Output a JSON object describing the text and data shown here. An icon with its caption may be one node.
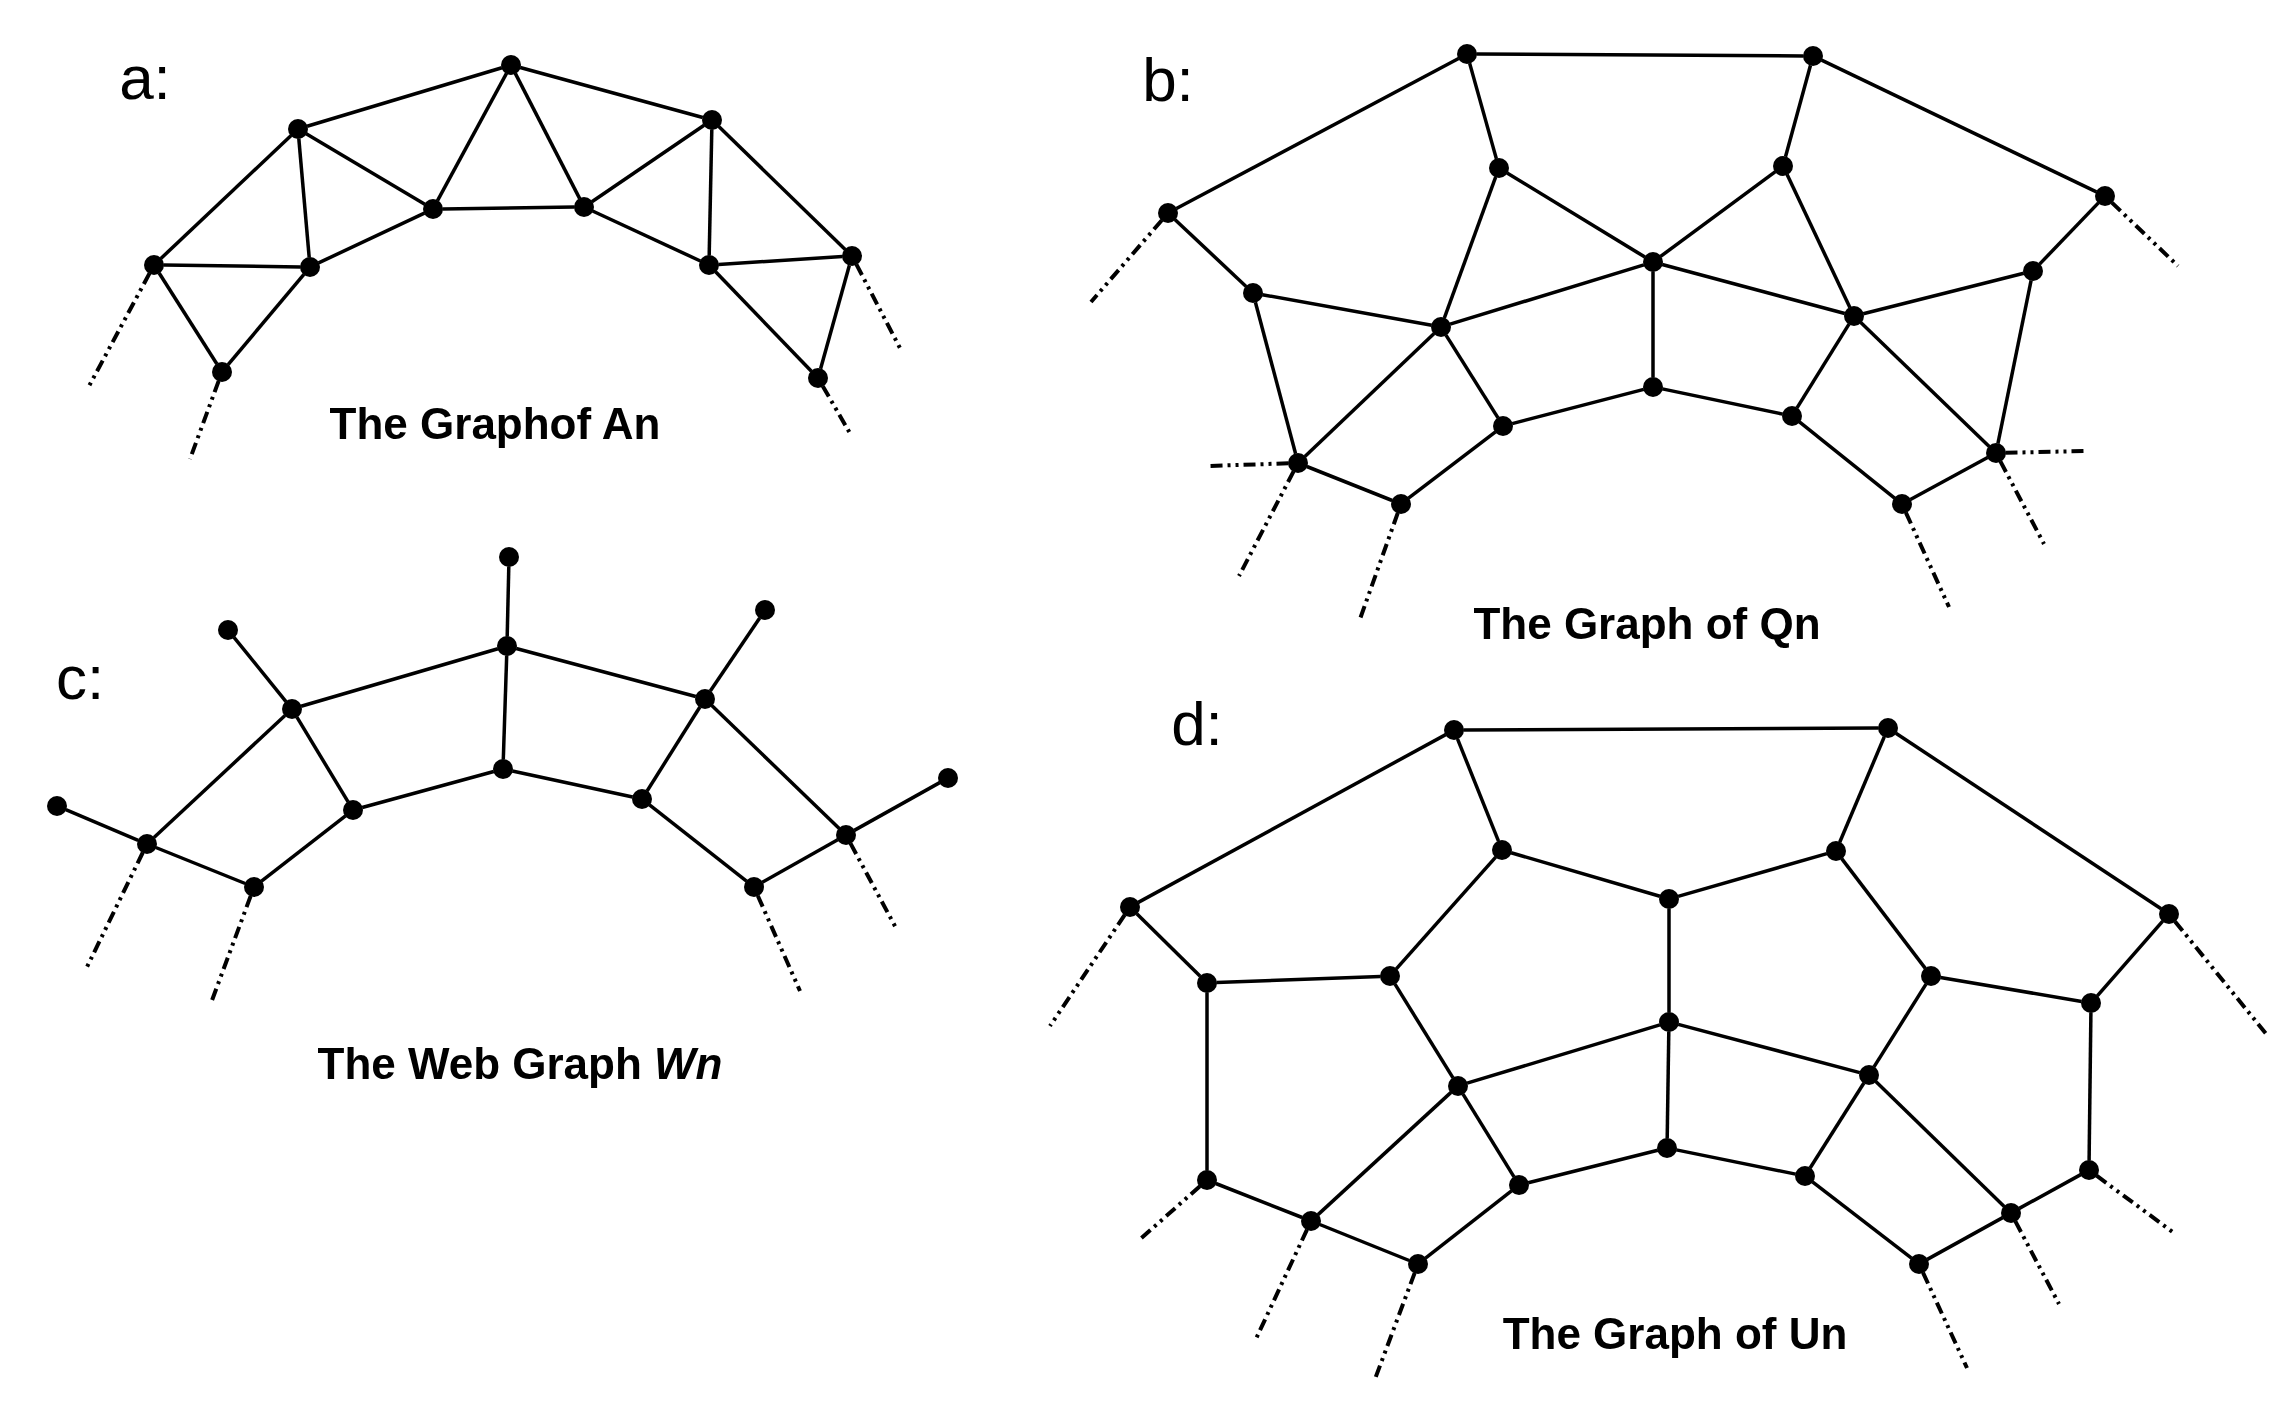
{
  "diagram": {
    "nodes": [
      {
        "text": [],
        "shape": "circle"
      },
      {
        "text": [],
        "shape": "circle"
      },
      {
        "text": [],
        "shape": "circle"
      },
      {
        "text": [],
        "shape": "circle"
      },
      {
        "text": [],
        "shape": "circle"
      },
      {
        "text": [],
        "shape": "circle"
      },
      {
        "text": [],
        "shape": "circle"
      },
      {
        "text": [],
        "shape": "circle"
      },
      {
        "text": [],
        "shape": "circle"
      },
      {
        "text": [],
        "shape": "circle"
      },
      {
        "text": [],
        "shape": "circle"
      },
      {
        "text": [],
        "shape": "circle"
      },
      {
        "text": [],
        "shape": "circle"
      },
      {
        "text": [],
        "shape": "circle"
      },
      {
        "text": [],
        "shape": "circle"
      },
      {
        "text": [],
        "shape": "circle"
      },
      {
        "text": [],
        "shape": "circle"
      },
      {
        "text": [],
        "shape": "circle"
      },
      {
        "text": [],
        "shape": "circle"
      },
      {
        "text": [],
        "shape": "circle"
      },
      {
        "text": [],
        "shape": "circle"
      },
      {
        "text": [],
        "shape": "circle"
      },
      {
        "text": [],
        "shape": "circle"
      },
      {
        "text": [],
        "shape": "circle"
      },
      {
        "text": [],
        "shape": "circle"
      },
      {
        "text": [],
        "shape": "circle"
      },
      {
        "text": [],
        "shape": "circle"
      },
      {
        "text": [],
        "shape": "circle"
      },
      {
        "text": [],
        "shape": "circle"
      },
      {
        "text": [],
        "shape": "circle"
      },
      {
        "text": [],
        "shape": "circle"
      },
      {
        "text": [],
        "shape": "circle"
      },
      {
        "text": [],
        "shape": "circle"
      },
      {
        "text": [],
        "shape": "circle"
      },
      {
        "text": [],
        "shape": "circle"
      },
      {
        "text": [],
        "shape": "circle"
      },
      {
        "text": [],
        "shape": "circle"
      },
      {
        "text": [],
        "shape": "circle"
      },
      {
        "text": [],
        "shape": "circle"
      },
      {
        "text": [],
        "shape": "circle"
      },
      {
        "text": [],
        "shape": "circle"
      },
      {
        "text": [],
        "shape": "circle"
      },
      {
        "text": [],
        "shape": "circle"
      },
      {
        "text": [],
        "shape": "circle"
      },
      {
        "text": [],
        "shape": "circle"
      },
      {
        "text": [],
        "shape": "circle"
      },
      {
        "text": [],
        "shape": "circle"
      },
      {
        "text": [],
        "shape": "circle"
      },
      {
        "text": [],
        "shape": "circle"
      },
      {
        "text": [],
        "shape": "circle"
      },
      {
        "text": [],
        "shape": "circle"
      },
      {
        "text": [],
        "shape": "circle"
      },
      {
        "text": [],
        "shape": "circle"
      },
      {
        "text": [],
        "shape": "circle"
      },
      {
        "text": [],
        "shape": "circle"
      },
      {
        "text": [],
        "shape": "circle"
      },
      {
        "text": [],
        "shape": "circle"
      },
      {
        "text": [],
        "shape": "circle"
      },
      {
        "text": [],
        "shape": "circle"
      },
      {
        "text": [],
        "shape": "circle"
      },
      {
        "text": [],
        "shape": "circle"
      },
      {
        "text": [],
        "shape": "circle"
      },
      {
        "text": [],
        "shape": "circle"
      },
      {
        "text": [],
        "shape": "circle"
      },
      {
        "text": [],
        "shape": "circle"
      },
      {
        "text": [],
        "shape": "circle"
      },
      {
        "text": [],
        "shape": "circle"
      }
    ],
    "edges": [
      {
        "from": 0,
        "to": 2,
        "arrow": "none"
      },
      {
        "from": 0,
        "to": 3,
        "arrow": "none"
      },
      {
        "from": 0,
        "to": 1,
        "arrow": "none"
      },
      {
        "from": 1,
        "to": 3,
        "arrow": "none"
      },
      {
        "from": 2,
        "to": 3,
        "arrow": "none"
      },
      {
        "from": 2,
        "to": 4,
        "arrow": "none"
      },
      {
        "from": 2,
        "to": 5,
        "arrow": "none"
      },
      {
        "from": 3,
        "to": 4,
        "arrow": "none"
      },
      {
        "from": 4,
        "to": 5,
        "arrow": "none"
      },
      {
        "from": 4,
        "to": 6,
        "arrow": "none"
      },
      {
        "from": 5,
        "to": 6,
        "arrow": "none"
      },
      {
        "from": 5,
        "to": 8,
        "arrow": "none"
      },
      {
        "from": 6,
        "to": 8,
        "arrow": "none"
      },
      {
        "from": 6,
        "to": 7,
        "arrow": "none"
      },
      {
        "from": 8,
        "to": 7,
        "arrow": "none"
      },
      {
        "from": 8,
        "to": 10,
        "arrow": "none"
      },
      {
        "from": 7,
        "to": 10,
        "arrow": "none"
      },
      {
        "from": 7,
        "to": 9,
        "arrow": "none"
      },
      {
        "from": 10,
        "to": 9,
        "arrow": "none"
      },
      {
        "from": 0,
        "to": null,
        "arrow": "none",
        "style": "dashed"
      },
      {
        "from": 1,
        "to": null,
        "arrow": "none",
        "style": "dashed"
      },
      {
        "from": 10,
        "to": null,
        "arrow": "none",
        "style": "dashed"
      },
      {
        "from": 9,
        "to": null,
        "arrow": "none",
        "style": "dashed"
      },
      {
        "from": 16,
        "to": 23,
        "arrow": "none"
      },
      {
        "from": 11,
        "to": 16,
        "arrow": "none"
      },
      {
        "from": 16,
        "to": 17,
        "arrow": "none"
      },
      {
        "from": 23,
        "to": 21,
        "arrow": "none"
      },
      {
        "from": 23,
        "to": 28,
        "arrow": "none"
      },
      {
        "from": 11,
        "to": 12,
        "arrow": "none"
      },
      {
        "from": 17,
        "to": 19,
        "arrow": "none"
      },
      {
        "from": 17,
        "to": 15,
        "arrow": "none"
      },
      {
        "from": 21,
        "to": 19,
        "arrow": "none"
      },
      {
        "from": 21,
        "to": 24,
        "arrow": "none"
      },
      {
        "from": 28,
        "to": 27,
        "arrow": "none"
      },
      {
        "from": 12,
        "to": 15,
        "arrow": "none"
      },
      {
        "from": 12,
        "to": 13,
        "arrow": "none"
      },
      {
        "from": 19,
        "to": 15,
        "arrow": "none"
      },
      {
        "from": 19,
        "to": 24,
        "arrow": "none"
      },
      {
        "from": 19,
        "to": 20,
        "arrow": "none"
      },
      {
        "from": 27,
        "to": 24,
        "arrow": "none"
      },
      {
        "from": 27,
        "to": 26,
        "arrow": "none"
      },
      {
        "from": 15,
        "to": 13,
        "arrow": "none"
      },
      {
        "from": 15,
        "to": 18,
        "arrow": "none"
      },
      {
        "from": 24,
        "to": 26,
        "arrow": "none"
      },
      {
        "from": 24,
        "to": 22,
        "arrow": "none"
      },
      {
        "from": 20,
        "to": 18,
        "arrow": "none"
      },
      {
        "from": 20,
        "to": 22,
        "arrow": "none"
      },
      {
        "from": 13,
        "to": 14,
        "arrow": "none"
      },
      {
        "from": 18,
        "to": 14,
        "arrow": "none"
      },
      {
        "from": 26,
        "to": 25,
        "arrow": "none"
      },
      {
        "from": 22,
        "to": 25,
        "arrow": "none"
      },
      {
        "from": 11,
        "to": null,
        "arrow": "none",
        "style": "dashed"
      },
      {
        "from": 13,
        "to": null,
        "arrow": "none",
        "style": "dashed"
      },
      {
        "from": 13,
        "to": null,
        "arrow": "none",
        "style": "dashed"
      },
      {
        "from": 14,
        "to": null,
        "arrow": "none",
        "style": "dashed"
      },
      {
        "from": 25,
        "to": null,
        "arrow": "none",
        "style": "dashed"
      },
      {
        "from": 26,
        "to": null,
        "arrow": "none",
        "style": "dashed"
      },
      {
        "from": 26,
        "to": null,
        "arrow": "none",
        "style": "dashed"
      },
      {
        "from": 28,
        "to": null,
        "arrow": "none",
        "style": "dashed"
      },
      {
        "from": 29,
        "to": 30,
        "arrow": "none"
      },
      {
        "from": 30,
        "to": 33,
        "arrow": "none"
      },
      {
        "from": 30,
        "to": 32,
        "arrow": "none"
      },
      {
        "from": 32,
        "to": 34,
        "arrow": "none"
      },
      {
        "from": 31,
        "to": 33,
        "arrow": "none"
      },
      {
        "from": 33,
        "to": 36,
        "arrow": "none"
      },
      {
        "from": 33,
        "to": 34,
        "arrow": "none"
      },
      {
        "from": 34,
        "to": 37,
        "arrow": "none"
      },
      {
        "from": 35,
        "to": 36,
        "arrow": "none"
      },
      {
        "from": 36,
        "to": 37,
        "arrow": "none"
      },
      {
        "from": 36,
        "to": 39,
        "arrow": "none"
      },
      {
        "from": 37,
        "to": 38,
        "arrow": "none"
      },
      {
        "from": 39,
        "to": 38,
        "arrow": "none"
      },
      {
        "from": 39,
        "to": 41,
        "arrow": "none"
      },
      {
        "from": 39,
        "to": 42,
        "arrow": "none"
      },
      {
        "from": 38,
        "to": 40,
        "arrow": "none"
      },
      {
        "from": 40,
        "to": 42,
        "arrow": "none"
      },
      {
        "from": 42,
        "to": 43,
        "arrow": "none"
      },
      {
        "from": 30,
        "to": null,
        "arrow": "none",
        "style": "dashed"
      },
      {
        "from": 32,
        "to": null,
        "arrow": "none",
        "style": "dashed"
      },
      {
        "from": 40,
        "to": null,
        "arrow": "none",
        "style": "dashed"
      },
      {
        "from": 42,
        "to": null,
        "arrow": "none",
        "style": "dashed"
      },
      {
        "from": 50,
        "to": 60,
        "arrow": "none"
      },
      {
        "from": 44,
        "to": 50,
        "arrow": "none"
      },
      {
        "from": 50,
        "to": 52,
        "arrow": "none"
      },
      {
        "from": 60,
        "to": 58,
        "arrow": "none"
      },
      {
        "from": 60,
        "to": 66,
        "arrow": "none"
      },
      {
        "from": 44,
        "to": 45,
        "arrow": "none"
      },
      {
        "from": 66,
        "to": 64,
        "arrow": "none"
      },
      {
        "from": 52,
        "to": 48,
        "arrow": "none"
      },
      {
        "from": 52,
        "to": 54,
        "arrow": "none"
      },
      {
        "from": 58,
        "to": 54,
        "arrow": "none"
      },
      {
        "from": 58,
        "to": 62,
        "arrow": "none"
      },
      {
        "from": 54,
        "to": 55,
        "arrow": "none"
      },
      {
        "from": 45,
        "to": 48,
        "arrow": "none"
      },
      {
        "from": 45,
        "to": 46,
        "arrow": "none"
      },
      {
        "from": 48,
        "to": 51,
        "arrow": "none"
      },
      {
        "from": 62,
        "to": 64,
        "arrow": "none"
      },
      {
        "from": 62,
        "to": 59,
        "arrow": "none"
      },
      {
        "from": 64,
        "to": 65,
        "arrow": "none"
      },
      {
        "from": 55,
        "to": 51,
        "arrow": "none"
      },
      {
        "from": 55,
        "to": 59,
        "arrow": "none"
      },
      {
        "from": 55,
        "to": 56,
        "arrow": "none"
      },
      {
        "from": 51,
        "to": 47,
        "arrow": "none"
      },
      {
        "from": 51,
        "to": 53,
        "arrow": "none"
      },
      {
        "from": 59,
        "to": 57,
        "arrow": "none"
      },
      {
        "from": 59,
        "to": 63,
        "arrow": "none"
      },
      {
        "from": 56,
        "to": 53,
        "arrow": "none"
      },
      {
        "from": 56,
        "to": 57,
        "arrow": "none"
      },
      {
        "from": 46,
        "to": 47,
        "arrow": "none"
      },
      {
        "from": 47,
        "to": 49,
        "arrow": "none"
      },
      {
        "from": 53,
        "to": 49,
        "arrow": "none"
      },
      {
        "from": 65,
        "to": 63,
        "arrow": "none"
      },
      {
        "from": 63,
        "to": 61,
        "arrow": "none"
      },
      {
        "from": 57,
        "to": 61,
        "arrow": "none"
      },
      {
        "from": 44,
        "to": null,
        "arrow": "none",
        "style": "dashed"
      },
      {
        "from": 46,
        "to": null,
        "arrow": "none",
        "style": "dashed"
      },
      {
        "from": 47,
        "to": null,
        "arrow": "none",
        "style": "dashed"
      },
      {
        "from": 49,
        "to": null,
        "arrow": "none",
        "style": "dashed"
      },
      {
        "from": 61,
        "to": null,
        "arrow": "none",
        "style": "dashed"
      },
      {
        "from": 63,
        "to": null,
        "arrow": "none",
        "style": "dashed"
      },
      {
        "from": 65,
        "to": null,
        "arrow": "none",
        "style": "dashed"
      },
      {
        "from": 66,
        "to": null,
        "arrow": "none",
        "style": "dashed"
      }
    ],
    "labels": [
      "a:",
      "The Graphof An",
      "b:",
      "The Graph of Qn",
      "c:",
      "The Web Graph *Wn*",
      "d:",
      "The Graph of Un"
    ]
  }
}
